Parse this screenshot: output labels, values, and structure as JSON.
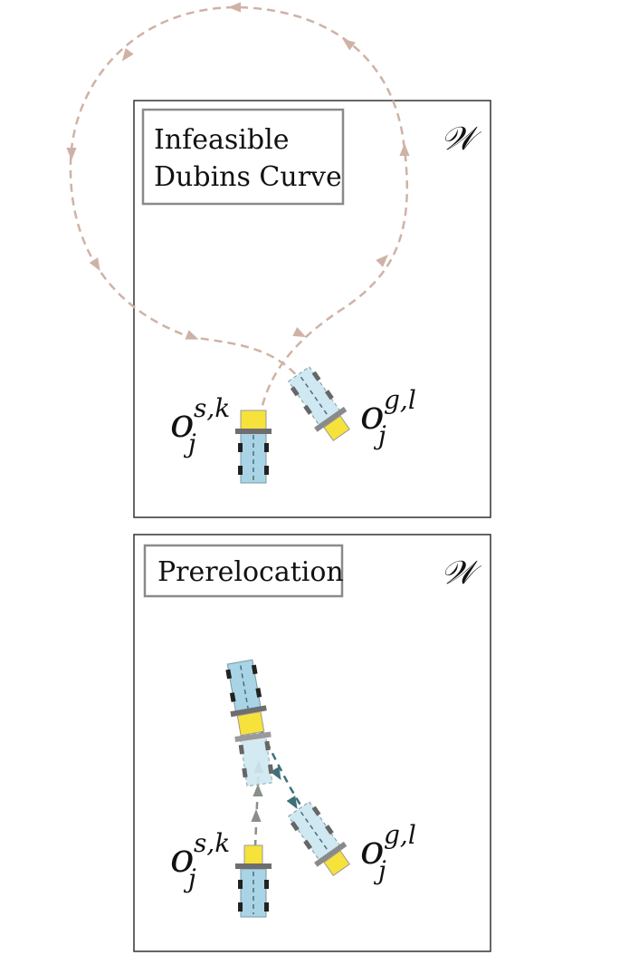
{
  "panels": [
    {
      "id": "top",
      "label_lines": [
        "Infeasible",
        "Dubins Curve"
      ],
      "workspace_symbol": "𝒲",
      "start_label": {
        "base": "o",
        "sub": "j",
        "sup": "s,k"
      },
      "goal_label": {
        "base": "o",
        "sub": "j",
        "sup": "g,l"
      }
    },
    {
      "id": "bottom",
      "label_lines": [
        "Prerelocation"
      ],
      "workspace_symbol": "𝒲",
      "start_label": {
        "base": "o",
        "sub": "j",
        "sup": "s,k"
      },
      "goal_label": {
        "base": "o",
        "sub": "j",
        "sup": "g,l"
      }
    }
  ],
  "colors": {
    "frame": "#333333",
    "label_box": "#8a8a8a",
    "dubins_path": "#cfb2a6",
    "prerelocation_path_a": "#8a8f87",
    "prerelocation_path_b": "#3f6f78",
    "vehicle_body": "#a8d4e6",
    "vehicle_body_ghost": "#cfe8f2",
    "vehicle_front": "#f6e23a",
    "vehicle_bar": "#6e6e6e",
    "wheel": "#222222"
  }
}
